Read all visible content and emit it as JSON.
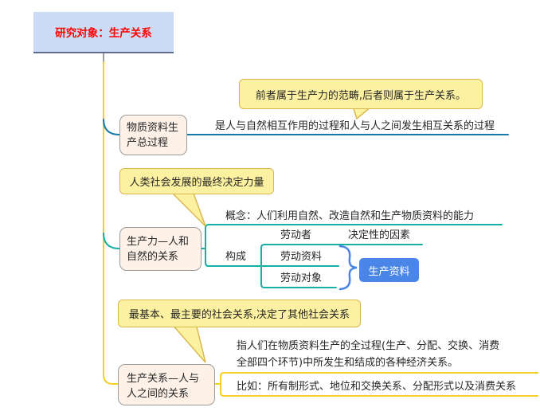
{
  "colors": {
    "root_fill": "#ccdcf6",
    "root_border": "#5b6e8f",
    "root_text": "#ff0000",
    "topic_fill": "#fdf1e8",
    "topic_border": "#9b9b9b",
    "callout_fill": "#fcf1a1",
    "callout_border": "#d9b84e",
    "yellow_line": "#f5cf27",
    "blue_line": "#1679a8",
    "teal_line": "#14b0a4",
    "accent_blue": "#4a86e8",
    "gray_stub": "#7f7f7f",
    "text": "#262626"
  },
  "root": {
    "title": "研究对象：生产关系"
  },
  "branches": [
    {
      "topic": "物质资料生产总过程",
      "callout": "前者属于生产力的范畴,后者则属于生产关系。",
      "note": "是人与自然相互作用的过程和人与人之间发生相互关系的过程"
    },
    {
      "topic": "生产力—人和自然的关系",
      "callout": "人类社会发展的最终决定力量",
      "concept": "概念：人们利用自然、改造自然和生产物质资料的能力",
      "composition_label": "构成",
      "components": [
        {
          "label": "劳动者",
          "note": "决定性的因素"
        },
        {
          "label": "劳动资料"
        },
        {
          "label": "劳动对象"
        }
      ],
      "group_label": "生产资料"
    },
    {
      "topic": "生产关系—人与人之间的关系",
      "callout": "最基本、最主要的社会关系,决定了其他社会关系",
      "definition": "指人们在物质资料生产的全过程(生产、分配、交换、消费全部四个环节)中所发生和结成的各种经济关系。",
      "example": "比如：所有制形式、地位和交换关系、分配形式以及消费关系"
    }
  ]
}
